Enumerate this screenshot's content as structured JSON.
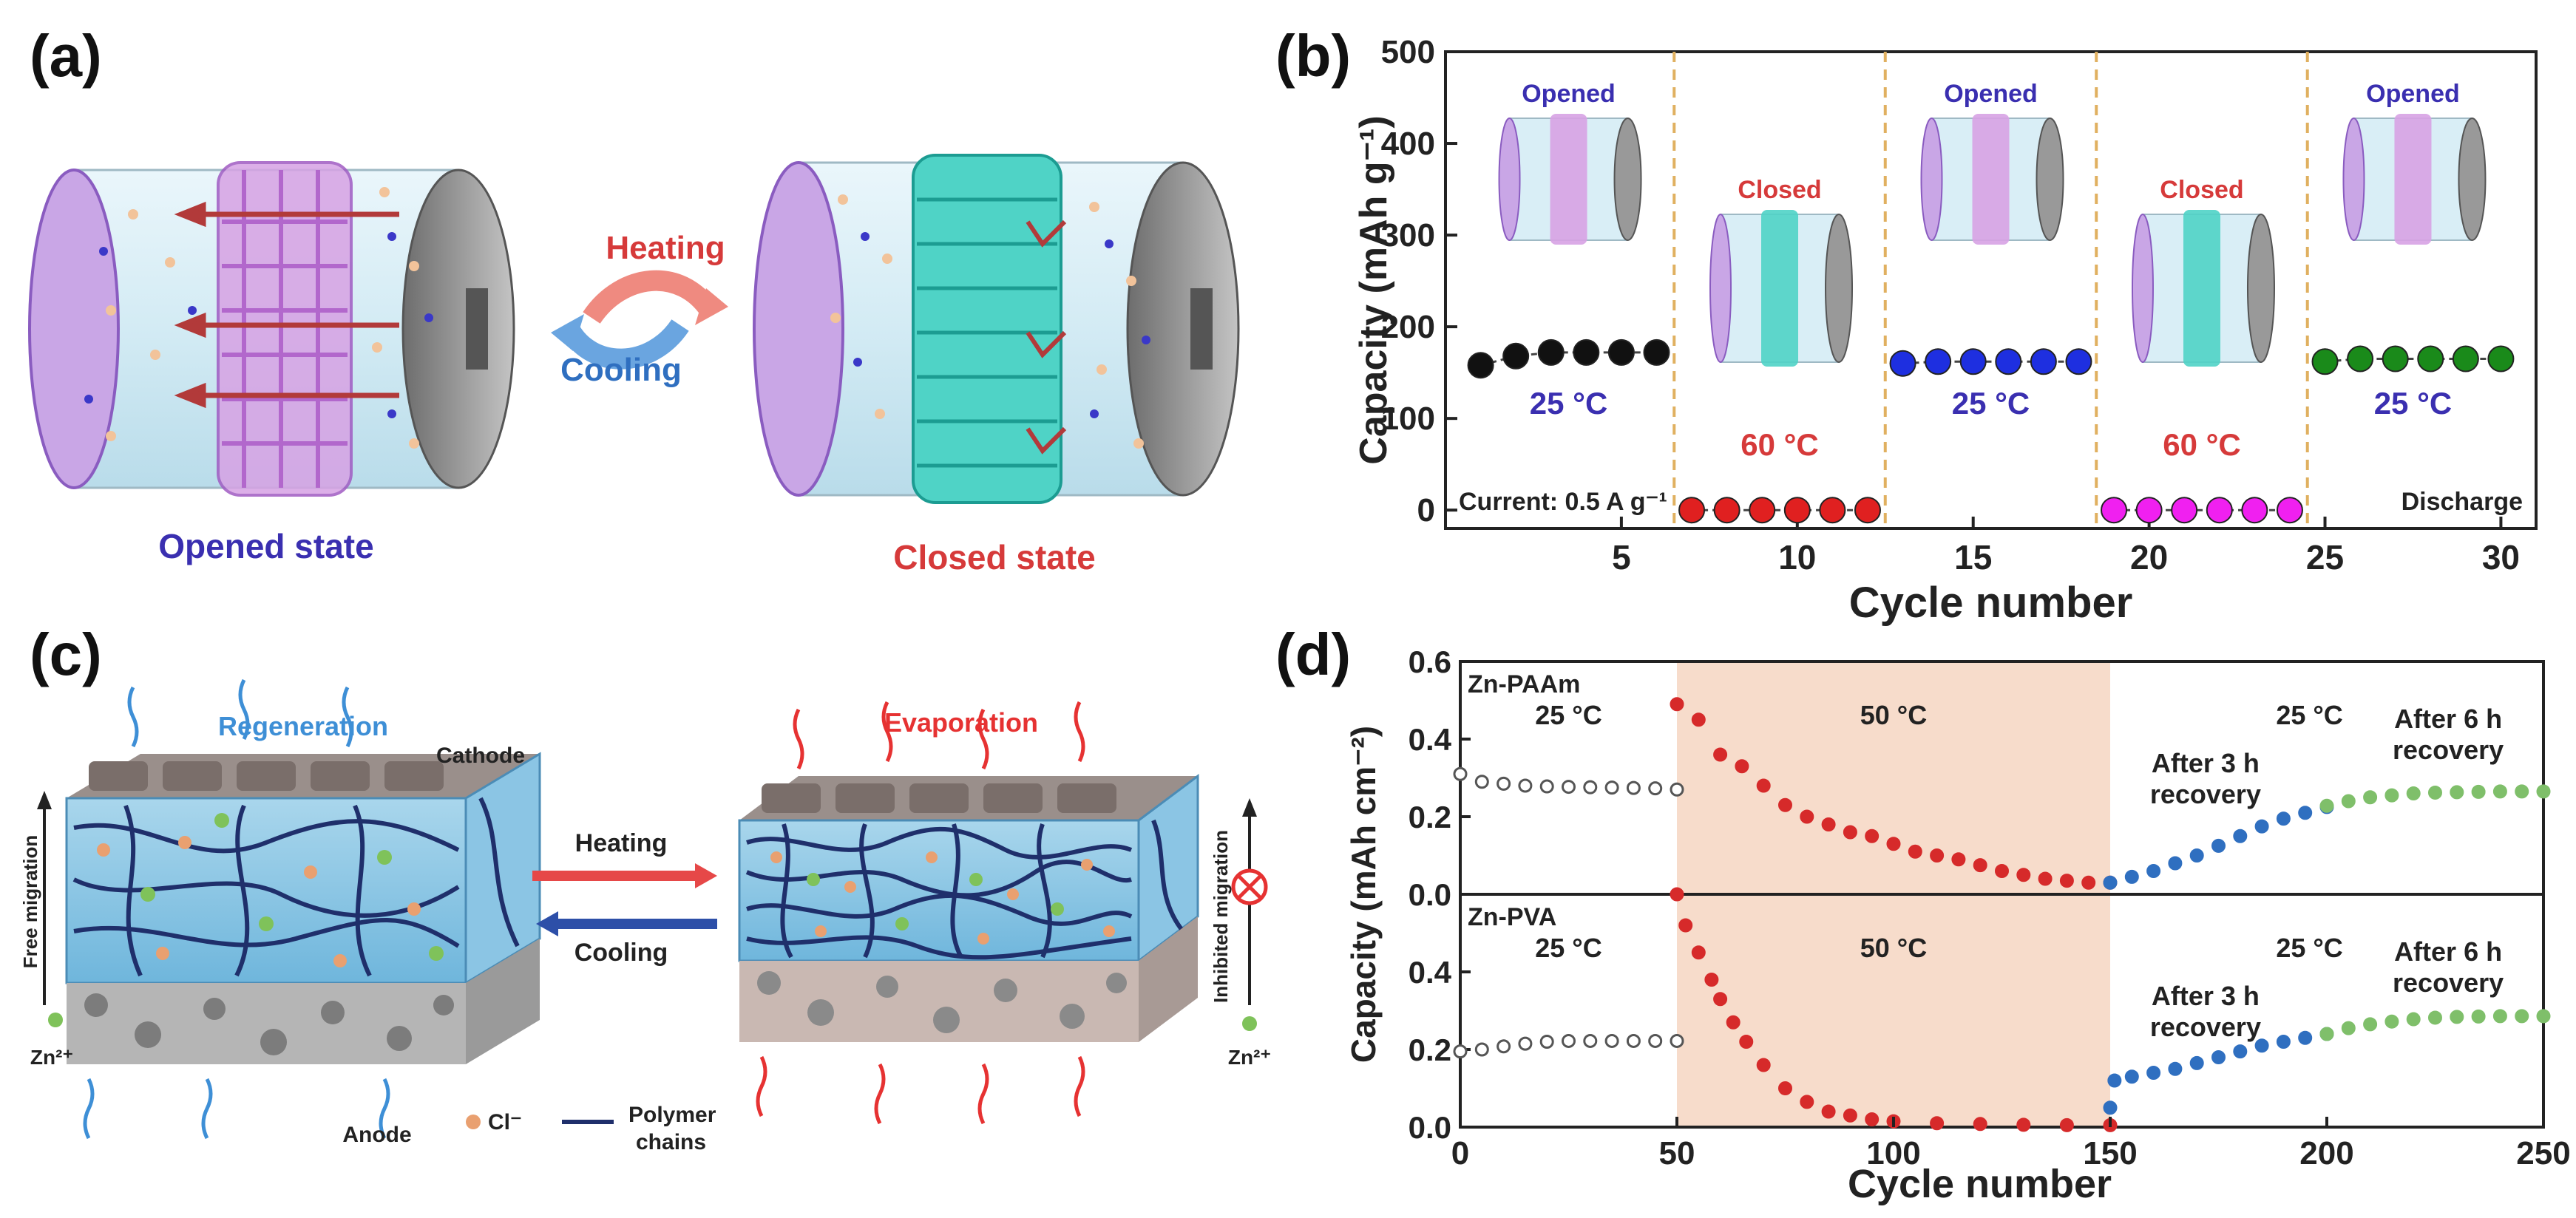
{
  "panels": {
    "a": "(a)",
    "b": "(b)",
    "c": "(c)",
    "d": "(d)"
  },
  "fig_a": {
    "opened_state": "Opened state",
    "closed_state": "Closed state",
    "heating": "Heating",
    "cooling": "Cooling"
  },
  "fig_c": {
    "regeneration": "Regeneration",
    "evaporation": "Evaporation",
    "cathode": "Cathode",
    "anode": "Anode",
    "heating": "Heating",
    "cooling": "Cooling",
    "free_migration": "Free migration",
    "inhibited_migration": "Inhibited migration",
    "zn_left": "Zn²⁺",
    "zn_right": "Zn²⁺",
    "cl": "Cl⁻",
    "polymer_line1": "Polymer",
    "polymer_line2": "chains"
  },
  "colors": {
    "opened": "#3a2fb0",
    "closed": "#d63a3a",
    "heat_band": "#f7dccb",
    "panel_b_divider": "#e0b060"
  },
  "chart_data": [
    {
      "id": "b",
      "type": "scatter",
      "xlabel": "Cycle number",
      "ylabel": "Capacity (mAh g⁻¹)",
      "xlim": [
        0,
        31
      ],
      "ylim": [
        -20,
        500
      ],
      "xticks": [
        5,
        10,
        15,
        20,
        25,
        30
      ],
      "yticks": [
        0,
        100,
        200,
        300,
        400,
        500
      ],
      "current_note": "Current: 0.5 A g⁻¹",
      "mode_note": "Discharge",
      "segments": [
        {
          "state": "Opened",
          "temp": "25 °C",
          "color": "#111111",
          "x": [
            1,
            2,
            3,
            4,
            5,
            6
          ],
          "y": [
            158,
            168,
            172,
            172,
            172,
            172
          ]
        },
        {
          "state": "Closed",
          "temp": "60 °C",
          "color": "#e02020",
          "x": [
            7,
            8,
            9,
            10,
            11,
            12
          ],
          "y": [
            0,
            0,
            0,
            0,
            0,
            0
          ]
        },
        {
          "state": "Opened",
          "temp": "25 °C",
          "color": "#1e2fe0",
          "x": [
            13,
            14,
            15,
            16,
            17,
            18
          ],
          "y": [
            160,
            162,
            162,
            162,
            162,
            162
          ]
        },
        {
          "state": "Closed",
          "temp": "60 °C",
          "color": "#f020f0",
          "x": [
            19,
            20,
            21,
            22,
            23,
            24
          ],
          "y": [
            0,
            0,
            0,
            0,
            0,
            0
          ]
        },
        {
          "state": "Opened",
          "temp": "25 °C",
          "color": "#1a8a1a",
          "x": [
            25,
            26,
            27,
            28,
            29,
            30
          ],
          "y": [
            162,
            165,
            165,
            165,
            165,
            165
          ]
        }
      ],
      "dividers": [
        6.5,
        12.5,
        18.5,
        24.5
      ]
    },
    {
      "id": "d",
      "type": "scatter",
      "xlabel": "Cycle number",
      "ylabel": "Capacity (mAh cm⁻²)",
      "xlim": [
        0,
        250
      ],
      "xticks": [
        0,
        50,
        100,
        150,
        200,
        250
      ],
      "heated_range": [
        50,
        150
      ],
      "subplots": [
        {
          "name": "Zn-PAAm",
          "ylim": [
            0,
            0.6
          ],
          "yticks": [
            0.0,
            0.2,
            0.4,
            0.6
          ],
          "labels": {
            "t1": "25 °C",
            "t2": "50 °C",
            "t3": "25 °C",
            "rec1": "After 3 h\nrecovery",
            "rec2": "After 6 h\nrecovery"
          },
          "series": [
            {
              "color": "#555555",
              "hollow": true,
              "x": [
                0,
                5,
                10,
                15,
                20,
                25,
                30,
                35,
                40,
                45,
                50
              ],
              "y": [
                0.31,
                0.29,
                0.285,
                0.28,
                0.278,
                0.277,
                0.276,
                0.275,
                0.274,
                0.273,
                0.27
              ]
            },
            {
              "color": "#d62a2a",
              "hollow": false,
              "x": [
                50,
                55,
                60,
                65,
                70,
                75,
                80,
                85,
                90,
                95,
                100,
                105,
                110,
                115,
                120,
                125,
                130,
                135,
                140,
                145,
                150
              ],
              "y": [
                0.49,
                0.45,
                0.36,
                0.33,
                0.28,
                0.23,
                0.2,
                0.18,
                0.16,
                0.15,
                0.13,
                0.11,
                0.1,
                0.09,
                0.075,
                0.06,
                0.05,
                0.04,
                0.035,
                0.03,
                0.03
              ]
            },
            {
              "color": "#2f6fc0",
              "hollow": false,
              "x": [
                150,
                155,
                160,
                165,
                170,
                175,
                180,
                185,
                190,
                195,
                200
              ],
              "y": [
                0.03,
                0.045,
                0.06,
                0.08,
                0.1,
                0.125,
                0.15,
                0.175,
                0.195,
                0.21,
                0.225
              ]
            },
            {
              "color": "#7fbf6a",
              "hollow": false,
              "x": [
                200,
                205,
                210,
                215,
                220,
                225,
                230,
                235,
                240,
                245,
                250
              ],
              "y": [
                0.228,
                0.24,
                0.25,
                0.255,
                0.26,
                0.262,
                0.263,
                0.264,
                0.265,
                0.265,
                0.265
              ]
            }
          ]
        },
        {
          "name": "Zn-PVA",
          "ylim": [
            0,
            0.6
          ],
          "yticks": [
            0.0,
            0.2,
            0.4
          ],
          "labels": {
            "t1": "25 °C",
            "t2": "50 °C",
            "t3": "25 °C",
            "rec1": "After 3 h\nrecovery",
            "rec2": "After 6 h\nrecovery"
          },
          "series": [
            {
              "color": "#555555",
              "hollow": true,
              "x": [
                0,
                5,
                10,
                15,
                20,
                25,
                30,
                35,
                40,
                45,
                50
              ],
              "y": [
                0.195,
                0.2,
                0.208,
                0.215,
                0.22,
                0.222,
                0.222,
                0.222,
                0.222,
                0.222,
                0.222
              ]
            },
            {
              "color": "#d62a2a",
              "hollow": false,
              "x": [
                50,
                52,
                55,
                58,
                60,
                63,
                66,
                70,
                75,
                80,
                85,
                90,
                95,
                100,
                110,
                120,
                130,
                140,
                150
              ],
              "y": [
                0.6,
                0.52,
                0.45,
                0.38,
                0.33,
                0.27,
                0.22,
                0.16,
                0.1,
                0.065,
                0.04,
                0.03,
                0.02,
                0.015,
                0.01,
                0.008,
                0.006,
                0.005,
                0.005
              ]
            },
            {
              "color": "#2f6fc0",
              "hollow": false,
              "x": [
                150,
                151,
                155,
                160,
                165,
                170,
                175,
                180,
                185,
                190,
                195,
                200
              ],
              "y": [
                0.05,
                0.12,
                0.13,
                0.14,
                0.15,
                0.165,
                0.18,
                0.195,
                0.21,
                0.22,
                0.23,
                0.24
              ]
            },
            {
              "color": "#7fbf6a",
              "hollow": false,
              "x": [
                200,
                205,
                210,
                215,
                220,
                225,
                230,
                235,
                240,
                245,
                250
              ],
              "y": [
                0.24,
                0.255,
                0.265,
                0.272,
                0.278,
                0.282,
                0.284,
                0.285,
                0.286,
                0.286,
                0.286
              ]
            }
          ]
        }
      ]
    }
  ]
}
